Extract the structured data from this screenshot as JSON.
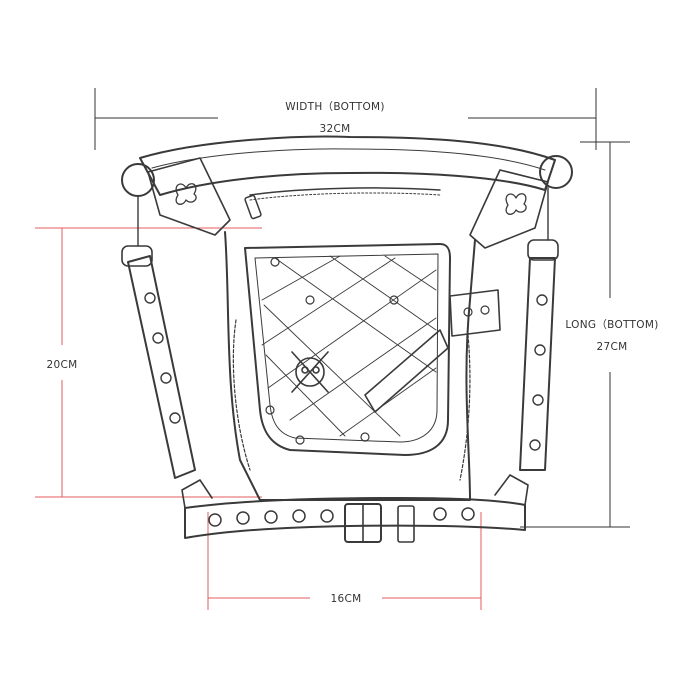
{
  "dimensions": {
    "width": {
      "label": "WIDTH（BOTTOM)",
      "value": "32CM"
    },
    "long": {
      "label": "LONG（BOTTOM)",
      "value": "27CM"
    },
    "height": {
      "value": "20CM"
    },
    "belt": {
      "value": "16CM"
    }
  },
  "colors": {
    "black_line": "#333333",
    "red_line": "#e45c5c",
    "ink": "#3a3a3a"
  }
}
